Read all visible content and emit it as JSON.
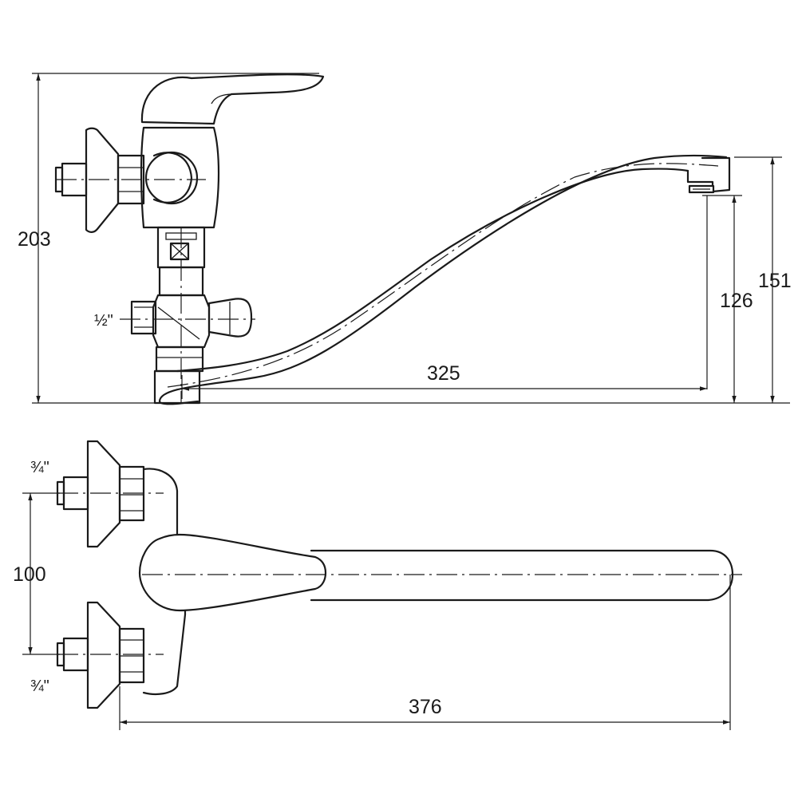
{
  "dimensions": {
    "total_height": "203",
    "spout_outlet_height": "151",
    "aerator_height": "126",
    "spout_reach": "325",
    "inlet_spacing": "100",
    "total_length": "376"
  },
  "threads": {
    "outlet": "½\"",
    "inlet_top": "¾\"",
    "inlet_bottom": "¾\""
  }
}
